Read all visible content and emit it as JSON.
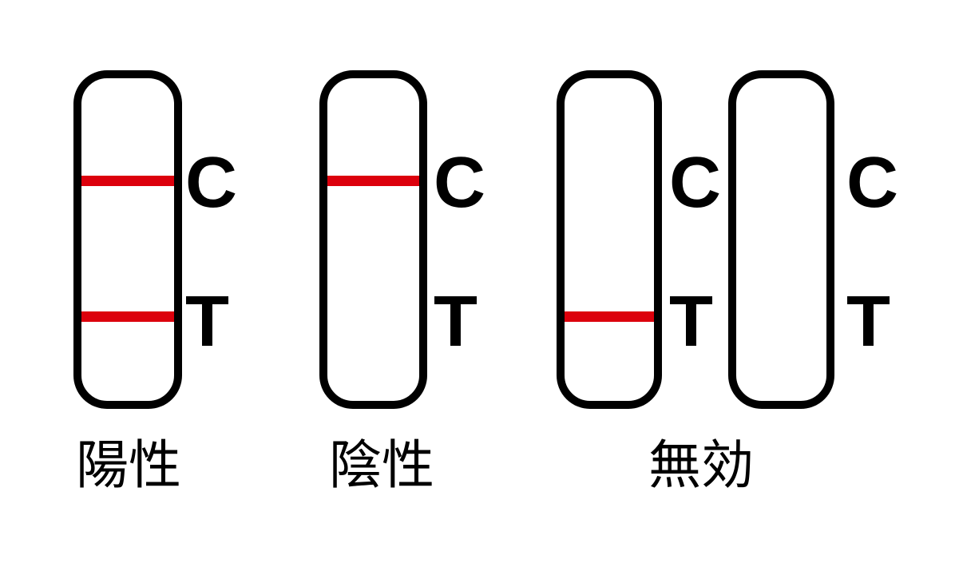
{
  "diagram": {
    "background_color": "#ffffff",
    "stroke_color": "#000000",
    "result_line_color": "#dc000c",
    "strips": [
      {
        "c_label": "C",
        "t_label": "T",
        "c_line": true,
        "t_line": true
      },
      {
        "c_label": "C",
        "t_label": "T",
        "c_line": true,
        "t_line": false
      },
      {
        "c_label": "C",
        "t_label": "T",
        "c_line": false,
        "t_line": true
      },
      {
        "c_label": "C",
        "t_label": "T",
        "c_line": false,
        "t_line": false
      }
    ],
    "captions": [
      {
        "text": "陽性"
      },
      {
        "text": "陰性"
      },
      {
        "text": "無効"
      }
    ]
  }
}
